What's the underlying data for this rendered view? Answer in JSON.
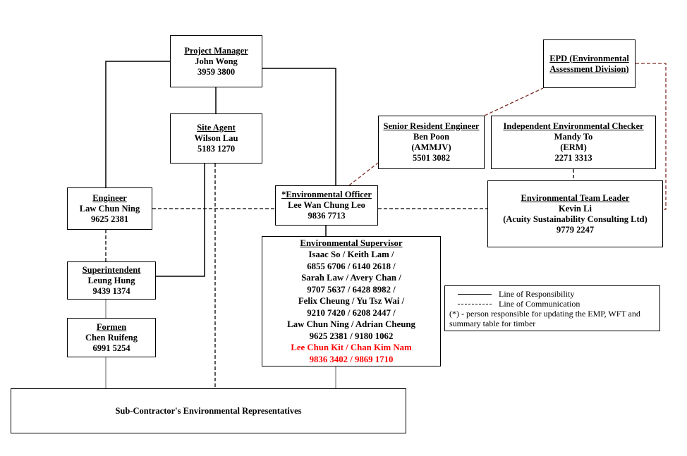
{
  "diagram": {
    "boxes": {
      "project_manager": {
        "title": "Project Manager",
        "lines": [
          "John Wong",
          "3959 3800"
        ]
      },
      "site_agent": {
        "title": "Site Agent",
        "lines": [
          "Wilson Lau",
          "5183 1270"
        ]
      },
      "engineer": {
        "title": "Engineer",
        "lines": [
          "Law Chun Ning",
          "9625 2381"
        ]
      },
      "environmental_officer": {
        "title": "*Environmental Officer",
        "lines": [
          "Lee Wan Chung Leo",
          "9836 7713"
        ]
      },
      "senior_resident_engineer": {
        "title": "Senior Resident Engineer",
        "lines": [
          "Ben Poon",
          "(AMMJV)",
          "5501 3082"
        ]
      },
      "epd": {
        "title_lines": [
          "EPD (Environmental",
          "Assessment Division)"
        ]
      },
      "independent_environmental_checker": {
        "title": "Independent Environmental Checker",
        "lines": [
          "Mandy To",
          "(ERM)",
          "2271 3313"
        ]
      },
      "environmental_team_leader": {
        "title": "Environmental Team Leader",
        "lines": [
          "Kevin Li",
          "(Acuity Sustainability Consulting Ltd)",
          "9779 2247"
        ]
      },
      "environmental_supervisor": {
        "title": "Environmental Supervisor",
        "lines": [
          "Isaac So / Keith Lam /",
          "6855 6706 / 6140 2618 /",
          "Sarah Law / Avery Chan /",
          "9707 5637 / 6428 8982 /",
          "Felix Cheung / Yu Tsz Wai /",
          "9210 7420 / 6208 2447 /",
          "Law Chun Ning / Adrian Cheung",
          "9625 2381 / 9180 1062"
        ],
        "highlight_lines": [
          "Lee Chun Kit / Chan Kim Nam",
          "9836 3402 / 9869 1710"
        ]
      },
      "superintendent": {
        "title": "Superintendent",
        "lines": [
          "Leung Hung",
          "9439 1374"
        ]
      },
      "formen": {
        "title": "Formen",
        "lines": [
          "Chen Ruifeng",
          "6991 5254"
        ]
      },
      "sub_contractor": {
        "title": "Sub-Contractor's Environmental Representatives"
      }
    },
    "legend": {
      "responsibility_label": "Line of Responsibility",
      "communication_label": "Line of Communication",
      "note_line1": "(*) - person responsible for updating the EMP, WFT and",
      "note_line2": "summary table for timber"
    },
    "colors": {
      "line": "#000000",
      "communication_accent": "#7b2d26",
      "highlight_text": "#ff0000",
      "box_border": "#000000",
      "background": "#ffffff"
    }
  }
}
